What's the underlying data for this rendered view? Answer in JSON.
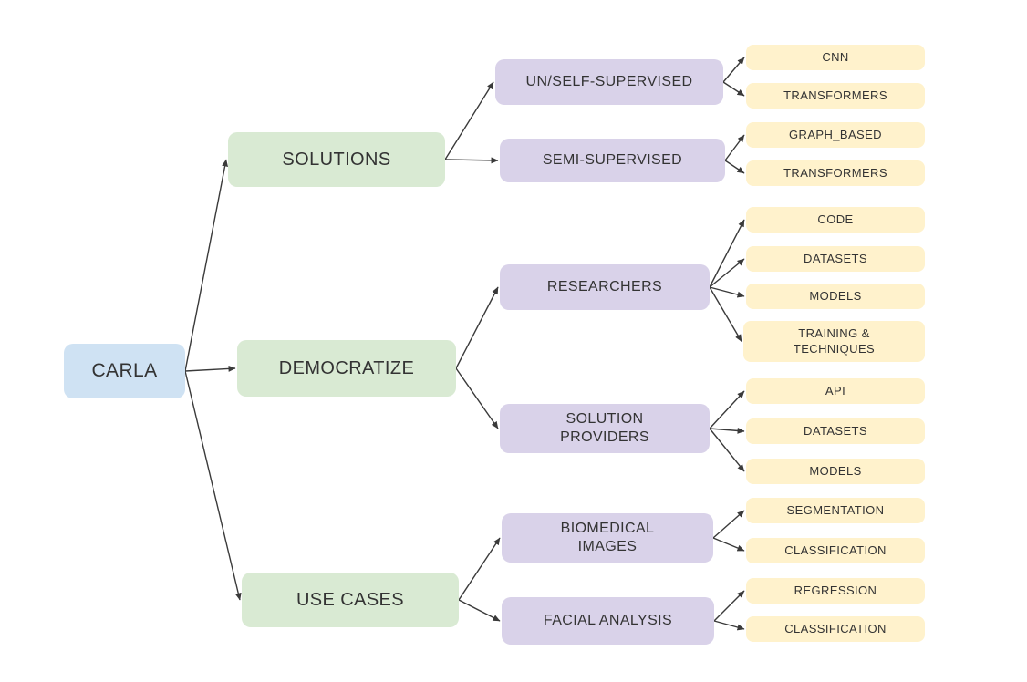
{
  "diagram": {
    "colors": {
      "background": "#ffffff",
      "root": "#cfe2f3",
      "level1": "#d9ead3",
      "level2": "#d9d2e9",
      "level3": "#fff2cc",
      "edge": "#3a3a3a",
      "text": "#333333"
    },
    "nodes": {
      "carla": {
        "label": "CARLA"
      },
      "solutions": {
        "label": "SOLUTIONS"
      },
      "democratize": {
        "label": "DEMOCRATIZE"
      },
      "use-cases": {
        "label": "USE CASES"
      },
      "un-self-supervised": {
        "label": "UN/SELF-SUPERVISED"
      },
      "semi-supervised": {
        "label": "SEMI-SUPERVISED"
      },
      "researchers": {
        "label": "RESEARCHERS"
      },
      "solution-providers": {
        "label": "SOLUTION\nPROVIDERS"
      },
      "biomedical-images": {
        "label": "BIOMEDICAL\nIMAGES"
      },
      "facial-analysis": {
        "label": "FACIAL ANALYSIS"
      },
      "cnn": {
        "label": "CNN"
      },
      "transformers-1": {
        "label": "TRANSFORMERS"
      },
      "graph-based": {
        "label": "GRAPH_BASED"
      },
      "transformers-2": {
        "label": "TRANSFORMERS"
      },
      "code": {
        "label": "CODE"
      },
      "datasets-1": {
        "label": "DATASETS"
      },
      "models-1": {
        "label": "MODELS"
      },
      "training-techniques": {
        "label": "TRAINING &\nTECHNIQUES"
      },
      "api": {
        "label": "API"
      },
      "datasets-2": {
        "label": "DATASETS"
      },
      "models-2": {
        "label": "MODELS"
      },
      "segmentation": {
        "label": "SEGMENTATION"
      },
      "classification-1": {
        "label": "CLASSIFICATION"
      },
      "regression": {
        "label": "REGRESSION"
      },
      "classification-2": {
        "label": "CLASSIFICATION"
      }
    },
    "edges": [
      [
        "carla",
        "solutions"
      ],
      [
        "carla",
        "democratize"
      ],
      [
        "carla",
        "use-cases"
      ],
      [
        "solutions",
        "un-self-supervised"
      ],
      [
        "solutions",
        "semi-supervised"
      ],
      [
        "democratize",
        "researchers"
      ],
      [
        "democratize",
        "solution-providers"
      ],
      [
        "use-cases",
        "biomedical-images"
      ],
      [
        "use-cases",
        "facial-analysis"
      ],
      [
        "un-self-supervised",
        "cnn"
      ],
      [
        "un-self-supervised",
        "transformers-1"
      ],
      [
        "semi-supervised",
        "graph-based"
      ],
      [
        "semi-supervised",
        "transformers-2"
      ],
      [
        "researchers",
        "code"
      ],
      [
        "researchers",
        "datasets-1"
      ],
      [
        "researchers",
        "models-1"
      ],
      [
        "researchers",
        "training-techniques"
      ],
      [
        "solution-providers",
        "api"
      ],
      [
        "solution-providers",
        "datasets-2"
      ],
      [
        "solution-providers",
        "models-2"
      ],
      [
        "biomedical-images",
        "segmentation"
      ],
      [
        "biomedical-images",
        "classification-1"
      ],
      [
        "facial-analysis",
        "regression"
      ],
      [
        "facial-analysis",
        "classification-2"
      ]
    ]
  }
}
